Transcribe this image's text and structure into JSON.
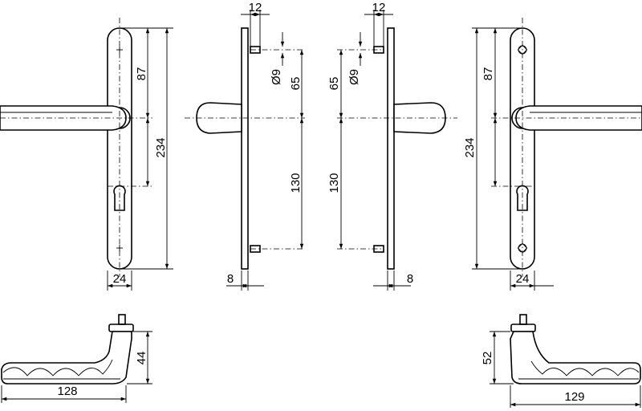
{
  "dimensions": {
    "front_left_width": "24",
    "front_left_upper": "87",
    "front_left_total": "234",
    "side_left_top_width": "12",
    "side_left_diameter": "Ø9",
    "side_left_65": "65",
    "side_left_130": "130",
    "side_left_thickness": "8",
    "side_right_top_width": "12",
    "side_right_diameter": "Ø9",
    "side_right_65": "65",
    "side_right_130": "130",
    "side_right_thickness": "8",
    "front_right_upper": "87",
    "front_right_total": "234",
    "front_right_width": "24",
    "lever_left_height": "44",
    "lever_left_length": "128",
    "lever_right_height": "52",
    "lever_right_length": "129"
  }
}
